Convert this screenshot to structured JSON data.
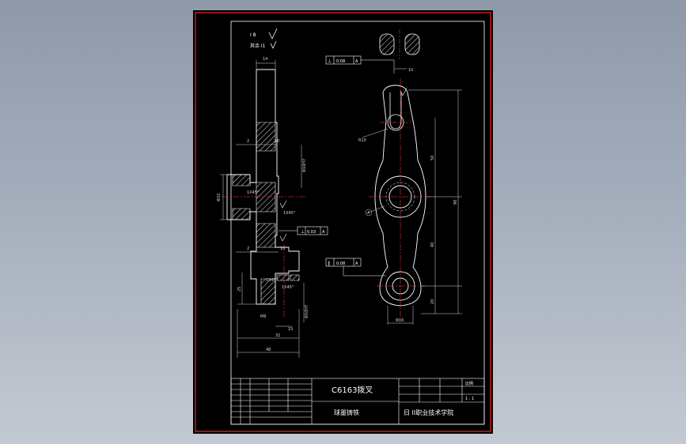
{
  "colors": {
    "background": "#9aa4b2",
    "sheet": "#000000",
    "outer_border": "#ff2020",
    "lines": "#ffffff",
    "hatch": "#ffffff",
    "dims": "#d8d8d8"
  },
  "corner_note": {
    "line1": "Ⅰ 8",
    "line2": "其余 Ⅰ1"
  },
  "left_view": {
    "dims": {
      "top_width": "14",
      "step_2_upper": "2",
      "step_10_upper": "10",
      "hole_upper": "Φ16H7",
      "diameter_32": "Φ32",
      "chamfer_upper": "1X45°",
      "chamfer_mid": "1X45°",
      "step_2_lower": "2",
      "step_10_lower": "10",
      "chamfer_lower": "1X45°",
      "chamfer_bottom": "1X45°",
      "height_25": "25",
      "m_thread": "M6",
      "hole_lower": "Φ10H7",
      "width_15": "15",
      "width_32": "32",
      "width_48": "48",
      "tol_frame_mid": "0.03",
      "tol_frame_mid_ref": "A"
    }
  },
  "right_view": {
    "dims": {
      "tol_frame_top": "0.08",
      "tol_frame_top_ref": "A",
      "tol_frame_lower": "0.08",
      "tol_frame_lower_ref": "A",
      "radius_r10": "R10",
      "leader_a": "A",
      "dim_50": "50",
      "dim_90": "90",
      "dim_40": "40",
      "dim_20": "20",
      "dim_phi_16": "Φ16",
      "dim_top_slot": "10"
    }
  },
  "title_block": {
    "part_name": "C6163拨叉",
    "drawing_name": "球墨铸铁",
    "school": "日 II职业技术学院",
    "scale": "1 : 1",
    "sheet_label": "比例"
  }
}
